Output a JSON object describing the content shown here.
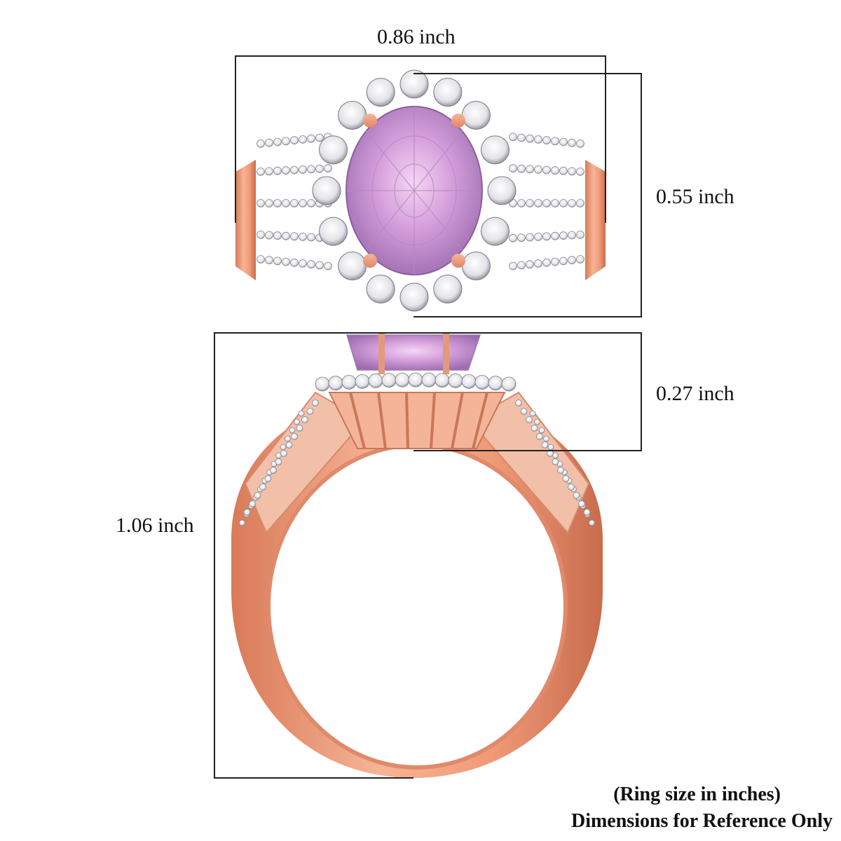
{
  "dimensions": {
    "width": "0.86 inch",
    "height_top": "0.55 inch",
    "setting_height": "0.27 inch",
    "ring_height": "1.06 inch"
  },
  "caption": {
    "line1": "(Ring size in inches)",
    "line2": "Dimensions for Reference Only"
  },
  "colors": {
    "gem": "#d9a8dc",
    "rose_gold": "#f0a586",
    "diamond": "#f2f2f4",
    "line": "#222222"
  }
}
